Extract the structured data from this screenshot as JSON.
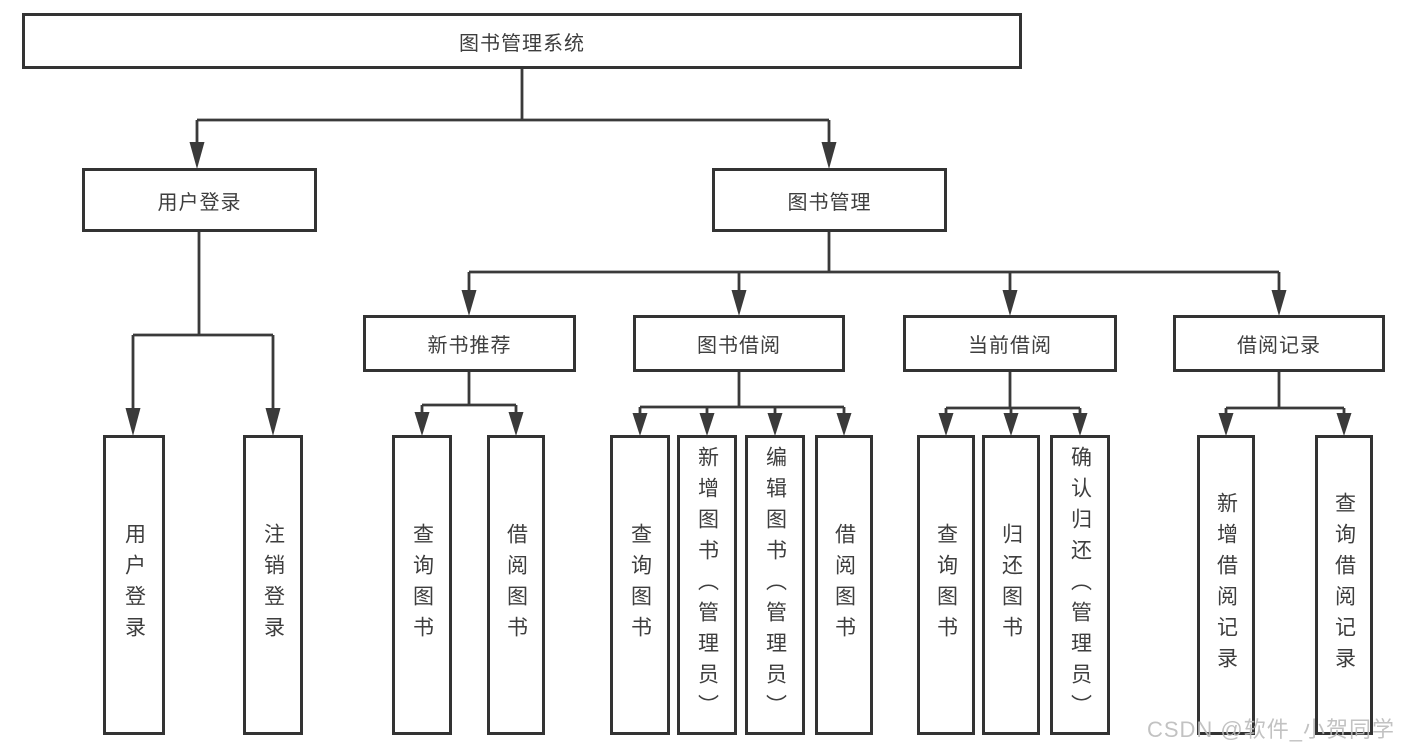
{
  "title": "图书管理系统",
  "watermark": "CSDN @软件_小贺同学",
  "colors": {
    "border": "#333333",
    "line": "#3a3a3a",
    "text": "#3e3e3e",
    "watermark": "#bcbcbc"
  },
  "level2": {
    "user_login": "用户登录",
    "book_mgmt": "图书管理"
  },
  "level3": {
    "new_books": "新书推荐",
    "book_borrow": "图书借阅",
    "current_borrow": "当前借阅",
    "borrow_records": "借阅记录"
  },
  "leaves": {
    "user_login": [
      "用户登录",
      "注销登录"
    ],
    "new_books": [
      "查询图书",
      "借阅图书"
    ],
    "book_borrow": [
      "查询图书",
      "新增图书（管理员）",
      "编辑图书（管理员）",
      "借阅图书"
    ],
    "current_borrow": [
      "查询图书",
      "归还图书",
      "确认归还（管理员）"
    ],
    "borrow_records": [
      "新增借阅记录",
      "查询借阅记录"
    ]
  }
}
